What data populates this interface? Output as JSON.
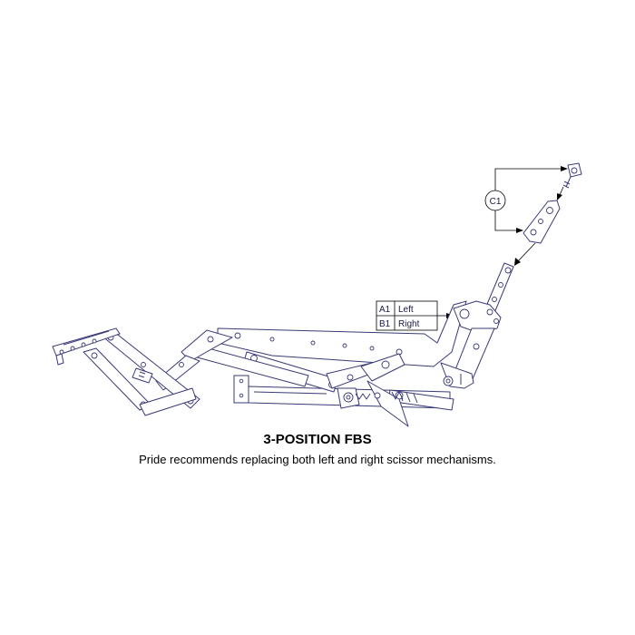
{
  "caption": {
    "title": "3-POSITION FBS",
    "subtitle": "Pride recommends replacing both left and right scissor mechanisms."
  },
  "callouts": {
    "c1": "C1",
    "a1": {
      "code": "A1",
      "label": "Left"
    },
    "b1": {
      "code": "B1",
      "label": "Right"
    }
  },
  "colors": {
    "linework": "#3a3a78",
    "text": "#000000"
  }
}
